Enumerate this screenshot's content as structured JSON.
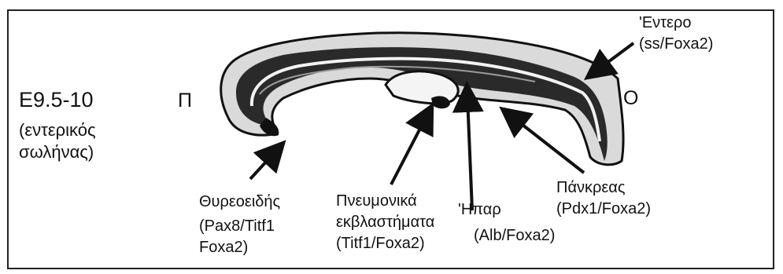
{
  "stage": {
    "title": "E9.5-10",
    "sub1": "(εντερικός",
    "sub2": "σωλήνας)"
  },
  "orientation": {
    "left": "Π",
    "right": "O"
  },
  "labels": {
    "gut": {
      "name": "'Εντερο",
      "markers": "(ss/Foxa2)"
    },
    "thyroid": {
      "name": "Θυρεοειδής",
      "markers1": "(Pax8/Titf1",
      "markers2": "Foxa2)"
    },
    "lung": {
      "name": "Πνευμονικά",
      "name2": "εκβλαστήματα",
      "markers": "(Titf1/Foxa2)"
    },
    "liver": {
      "name": "'Ηπαρ",
      "markers": "(Alb/Foxa2)"
    },
    "pancreas": {
      "name": "Πάνκρεας",
      "markers": "(Pdx1/Foxa2)"
    }
  }
}
